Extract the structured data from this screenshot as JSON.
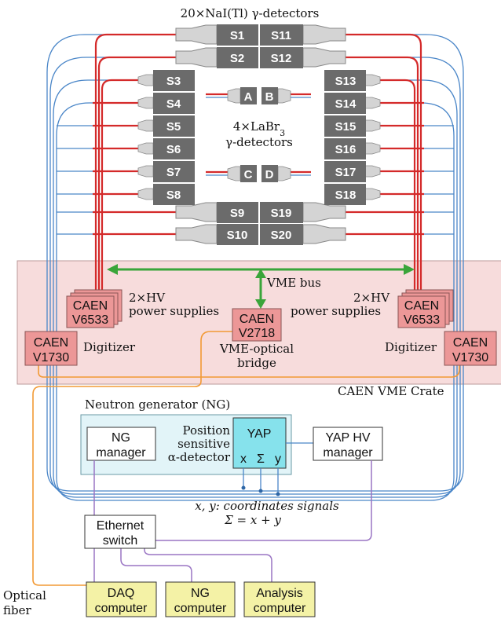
{
  "title": "20×NaI(Tl) γ-detectors",
  "labr": {
    "line1": "4×LaBr",
    "sub": "3",
    "line2": "γ-detectors"
  },
  "nai_pairs": [
    {
      "left": "S1",
      "right": "S11"
    },
    {
      "left": "S2",
      "right": "S12"
    },
    {
      "left": "S9",
      "right": "S19"
    },
    {
      "left": "S10",
      "right": "S20"
    }
  ],
  "left_column": [
    "S3",
    "S4",
    "S5",
    "S6",
    "S7",
    "S8"
  ],
  "right_column": [
    "S13",
    "S14",
    "S15",
    "S16",
    "S17",
    "S18"
  ],
  "labr_detectors": [
    "A",
    "B",
    "C",
    "D"
  ],
  "crate": {
    "label": "CAEN VME Crate",
    "vme_bus": "VME bus",
    "hv_left": {
      "line1": "CAEN",
      "line2": "V6533",
      "caption1": "2×HV",
      "caption2": "power supplies"
    },
    "hv_right": {
      "line1": "CAEN",
      "line2": "V6533",
      "caption1": "2×HV",
      "caption2": "power supplies"
    },
    "bridge": {
      "line1": "CAEN",
      "line2": "V2718",
      "caption1": "VME-optical",
      "caption2": "bridge"
    },
    "digitizer_left": {
      "line1": "CAEN",
      "line2": "V1730",
      "caption": "Digitizer"
    },
    "digitizer_right": {
      "line1": "CAEN",
      "line2": "V1730",
      "caption": "Digitizer"
    }
  },
  "ng": {
    "title": "Neutron generator (NG)",
    "manager": {
      "line1": "NG",
      "line2": "manager"
    },
    "alpha": {
      "line1": "Position",
      "line2": "sensitive",
      "line3": "α-detector"
    },
    "yap": {
      "label": "YAP",
      "x": "x",
      "sigma": "Σ",
      "y": "y"
    },
    "yap_hv": {
      "line1": "YAP HV",
      "line2": "manager"
    }
  },
  "coords": {
    "line1": "x, y: coordinates signals",
    "line2": "Σ = x + y"
  },
  "ethernet": {
    "line1": "Ethernet",
    "line2": "switch"
  },
  "computers": [
    {
      "line1": "DAQ",
      "line2": "computer"
    },
    {
      "line1": "NG",
      "line2": "computer"
    },
    {
      "line1": "Analysis",
      "line2": "computer"
    }
  ],
  "optical_fiber": {
    "line1": "Optical",
    "line2": "fiber"
  },
  "colors": {
    "detector": "#6b6b6b",
    "pmt": "#d4d4d4",
    "hv_cable": "#d42a2a",
    "signal_cable": "#4a86c8",
    "crate_fill": "#f7dcdc",
    "module_fill": "#ec9797",
    "vme_bus": "#3aa53a",
    "optical": "#f29a35",
    "ethernet": "#9a75c4",
    "ng_fill": "#e2f4f8",
    "yap_fill": "#86e2ec",
    "computer_fill": "#f4f2a6"
  }
}
